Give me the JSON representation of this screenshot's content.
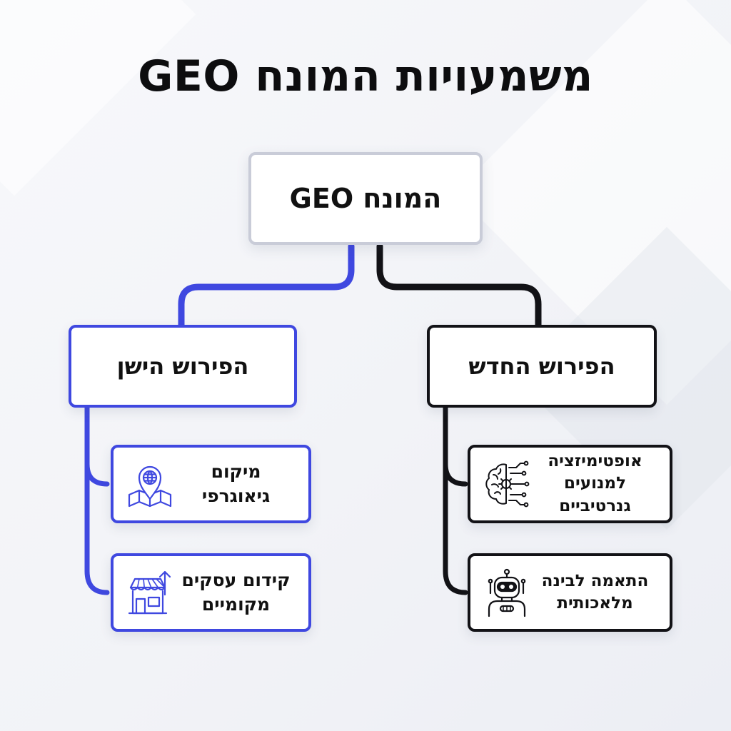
{
  "title": "משמעויות המונח GEO",
  "root": {
    "label": "המונח GEO"
  },
  "branches": [
    {
      "label": "הפירוש הישן",
      "color": "#3f48e0",
      "items": [
        {
          "label": "מיקום\nגיאוגרפי",
          "icon": "location-pin-globe-map-icon"
        },
        {
          "label": "קידום עסקים\nמקומיים",
          "icon": "storefront-growth-arrow-icon"
        }
      ]
    },
    {
      "label": "הפירוש החדש",
      "color": "#121216",
      "items": [
        {
          "label": "אופטימיזציה\nלמנועים גנרטיביים",
          "icon": "brain-gear-circuit-icon"
        },
        {
          "label": "התאמה לבינה\nמלאכותית",
          "icon": "robot-icon"
        }
      ]
    }
  ]
}
